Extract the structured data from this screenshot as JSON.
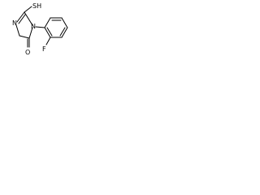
{
  "molecule": {
    "atoms": {
      "thiol": "SH",
      "amine_n": "N",
      "ring_n": "N",
      "carbonyl_o": "O",
      "fluorine": "F"
    }
  }
}
